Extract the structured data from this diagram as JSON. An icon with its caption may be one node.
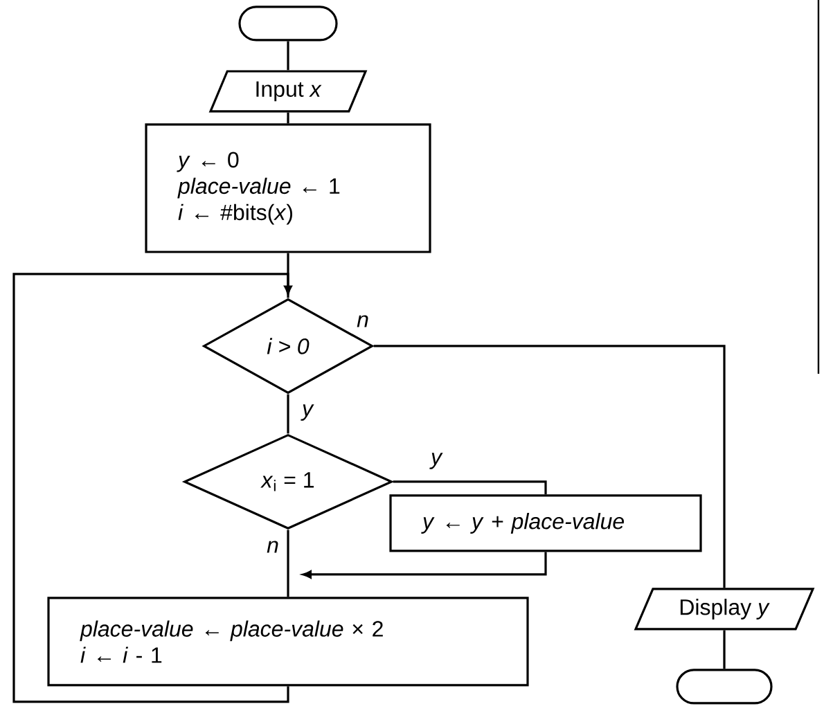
{
  "diagram": {
    "nodes": [
      {
        "text": [],
        "shape": "oval"
      },
      {
        "text": [
          "Input *x*"
        ]
      },
      {
        "text": [
          "*y* ← 0",
          "*place-value* ← 1",
          "*i* ← #bits(*x*)"
        ]
      },
      {
        "text": [
          "i > 0"
        ]
      },
      {
        "text": [
          "*x*$_{i}$ = 1"
        ]
      },
      {
        "text": [
          "*y* ← *y* + *place-value*"
        ]
      },
      {
        "text": [
          "*place-value* ← *place-value* × 2",
          "*i* ← *i* - 1"
        ]
      },
      {
        "text": [
          "Display *y*"
        ]
      },
      {
        "text": [],
        "shape": "oval"
      }
    ],
    "edges": [
      {
        "from": 0,
        "to": 1,
        "arrow": "none"
      },
      {
        "from": 1,
        "to": 2,
        "arrow": "none"
      },
      {
        "from": 2,
        "to": 3,
        "arrow": "none"
      },
      {
        "from": 3,
        "to": 4,
        "arrow": "none",
        "label": "y"
      },
      {
        "from": 4,
        "to": 5,
        "arrow": "none",
        "label": "y"
      },
      {
        "from": 5,
        "to": 6,
        "arrow": "to"
      },
      {
        "from": 4,
        "to": 6,
        "arrow": "none",
        "label": "n"
      },
      {
        "from": 6,
        "to": 3,
        "arrow": "to"
      },
      {
        "from": 3,
        "to": 7,
        "arrow": "none",
        "label": "n"
      },
      {
        "from": 7,
        "to": 8,
        "arrow": "none"
      }
    ]
  }
}
